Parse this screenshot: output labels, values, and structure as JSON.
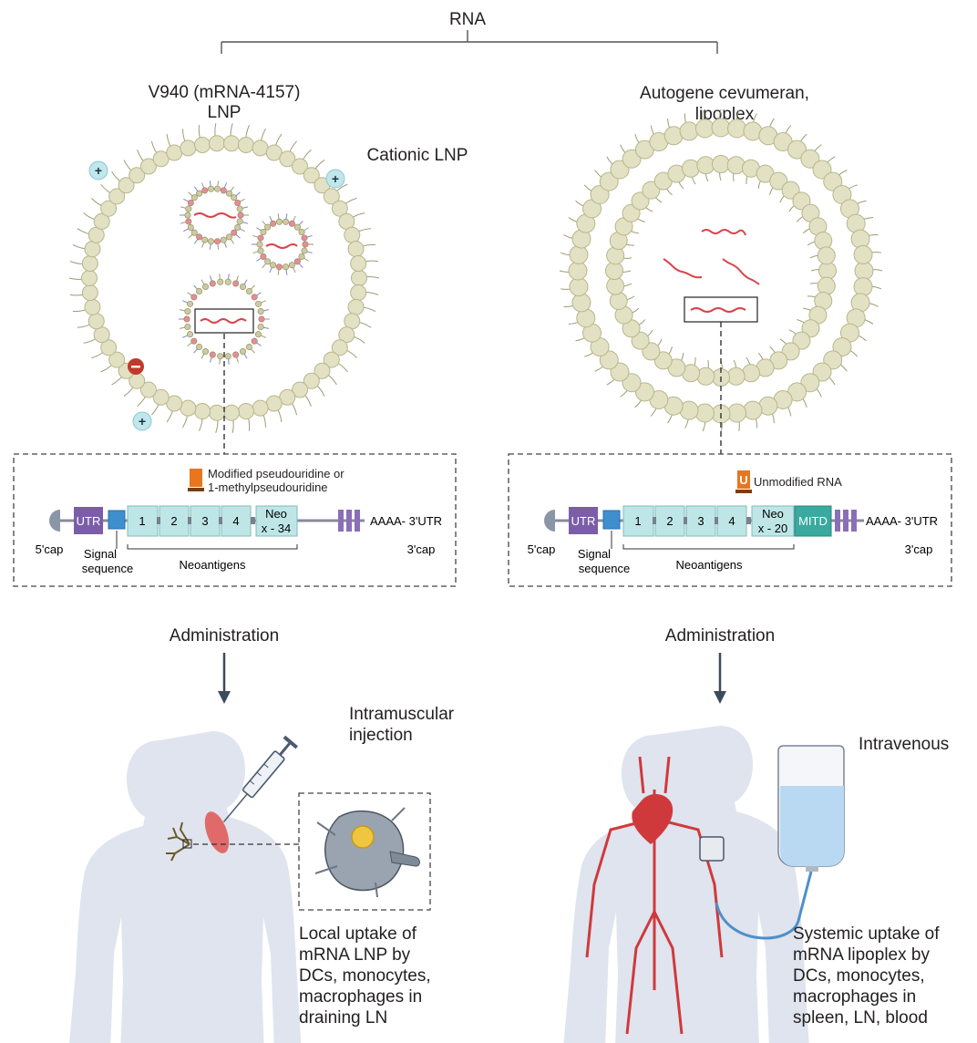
{
  "top": {
    "title": "RNA"
  },
  "left": {
    "title_line1": "V940 (mRNA-4157)",
    "title_line2": "LNP",
    "particle_label": "Cationic LNP",
    "construct": {
      "modification_line1": "Modified pseudouridine or",
      "modification_line2": "1-methylpseudouridine",
      "utr": "UTR",
      "neo": [
        "1",
        "2",
        "3",
        "4"
      ],
      "neo_last_line1": "Neo",
      "neo_last_line2": "x - 34",
      "tail": "AAAA- 3'UTR",
      "five_cap": "5'cap",
      "three_cap": "3'cap",
      "signal_line1": "Signal",
      "signal_line2": "sequence",
      "neoantigens": "Neoantigens"
    },
    "administration": "Administration",
    "route_line1": "Intramuscular",
    "route_line2": "injection",
    "uptake": [
      "Local uptake of",
      "mRNA LNP by",
      "DCs, monocytes,",
      "macrophages in",
      "draining LN"
    ]
  },
  "right": {
    "title_line1": "Autogene cevumeran,",
    "title_line2": "lipoplex",
    "construct": {
      "modification_icon": "U",
      "modification_line1": "Unmodified RNA",
      "utr": "UTR",
      "neo": [
        "1",
        "2",
        "3",
        "4"
      ],
      "neo_last_line1": "Neo",
      "neo_last_line2": "x - 20",
      "mitd": "MITD",
      "tail": "AAAA- 3'UTR",
      "five_cap": "5'cap",
      "three_cap": "3'cap",
      "signal_line1": "Signal",
      "signal_line2": "sequence",
      "neoantigens": "Neoantigens"
    },
    "administration": "Administration",
    "route": "Intravenous",
    "uptake": [
      "Systemic uptake of",
      "mRNA lipoplex by",
      "DCs, monocytes,",
      "macrophages in",
      "spleen, LN, blood"
    ]
  },
  "colors": {
    "lipid_head": "#e3e1c3",
    "lipid_stroke": "#b9b58c",
    "rna": "#d9424b",
    "utr": "#7b5ea7",
    "signal": "#3f8fcf",
    "neo": "#bfe6e6",
    "mitd": "#3aa99f",
    "cap": "#8a96a8",
    "modification": "#e8761f",
    "body": "#dfe4ee",
    "vessel": "#d0393c",
    "iv_fluid": "#b9d9f2",
    "plus": "#bfe7ec",
    "minus": "#c0392b"
  }
}
